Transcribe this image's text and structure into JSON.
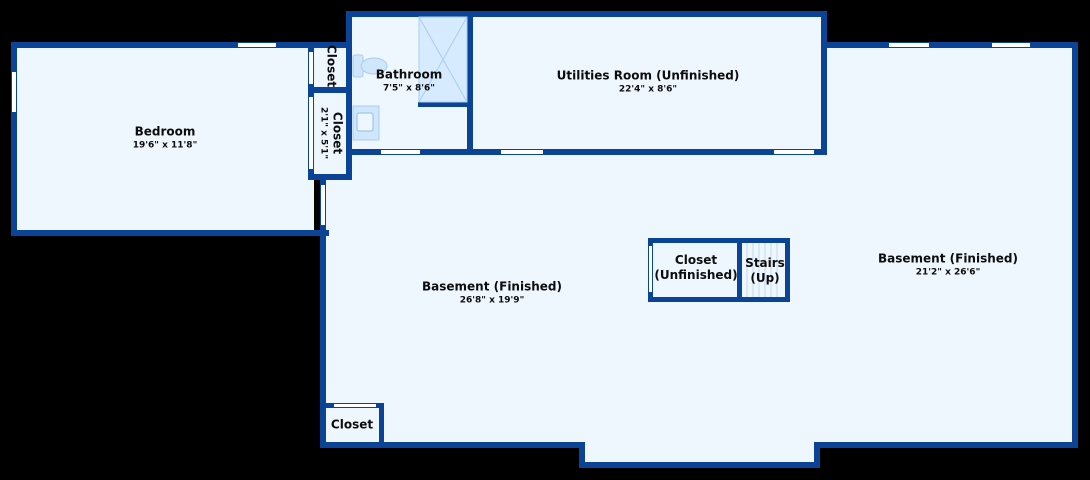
{
  "colors": {
    "background": "#000000",
    "floor": "#eef7fe",
    "wall": "#0b4396",
    "window": "#ffffff",
    "fixture": "#cfe6fb",
    "text": "#0d0d0d"
  },
  "rooms": {
    "bedroom": {
      "name": "Bedroom",
      "dims": "19'6\" x 11'8\""
    },
    "closet_top": {
      "name": "Closet"
    },
    "closet_mid": {
      "name": "Closet",
      "dims": "2'1\" x 5'1\""
    },
    "bathroom": {
      "name": "Bathroom",
      "dims": "7'5\" x 8'6\""
    },
    "utilities": {
      "name": "Utilities Room (Unfinished)",
      "dims": "22'4\" x 8'6\""
    },
    "basement_left": {
      "name": "Basement (Finished)",
      "dims": "26'8\" x 19'9\""
    },
    "basement_right": {
      "name": "Basement (Finished)",
      "dims": "21'2\" x 26'6\""
    },
    "closet_unfinished": {
      "name_line1": "Closet",
      "name_line2": "(Unfinished)"
    },
    "stairs": {
      "name_line1": "Stairs",
      "name_line2": "(Up)"
    },
    "closet_bottom": {
      "name": "Closet"
    }
  },
  "icons": [
    "toilet-icon",
    "sink-icon",
    "shower-icon",
    "stairs-icon"
  ]
}
